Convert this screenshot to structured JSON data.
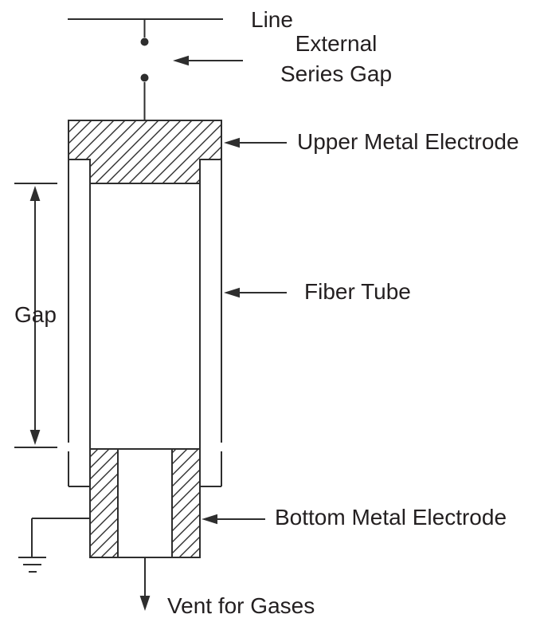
{
  "diagram": {
    "labels": {
      "line": "Line",
      "external_series_gap_line1": "External",
      "external_series_gap_line2": "Series Gap",
      "upper_metal_electrode": "Upper Metal Electrode",
      "fiber_tube": "Fiber Tube",
      "gap": "Gap",
      "bottom_metal_electrode": "Bottom Metal Electrode",
      "vent_for_gases": "Vent for Gases"
    },
    "colors": {
      "ink": "#2e2e2e",
      "text": "#231f20",
      "background": "#ffffff"
    }
  }
}
